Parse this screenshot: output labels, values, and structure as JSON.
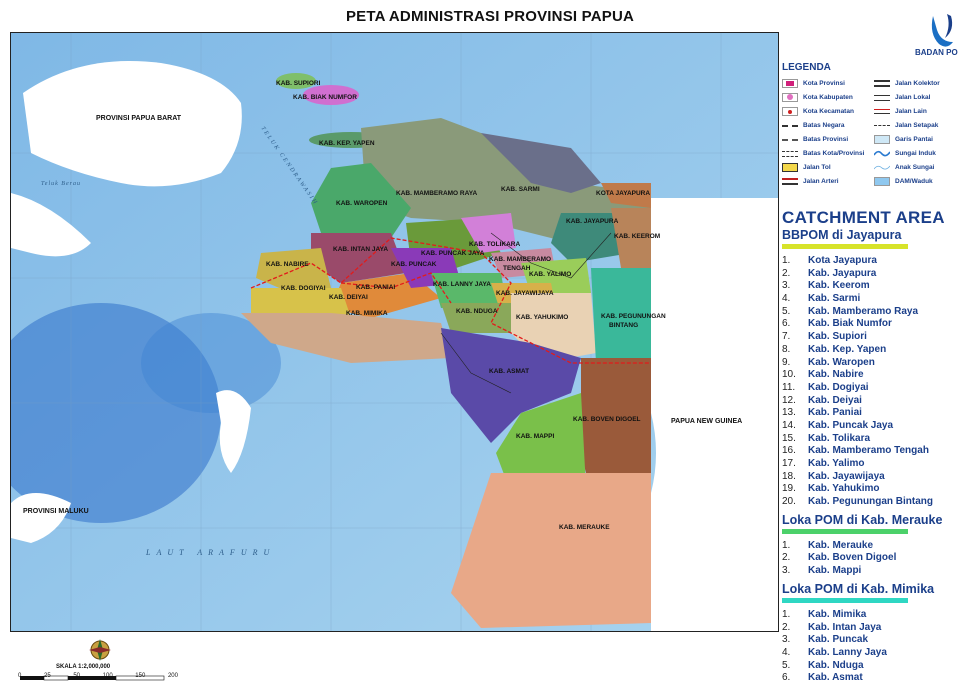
{
  "title": "PETA ADMINISTRASI PROVINSI PAPUA",
  "logo_text": "BADAN PO",
  "colors": {
    "accent": "#1b3f8a",
    "jayapura_bar": "#d7e32a",
    "merauke_bar": "#4cd16a",
    "mimika_bar": "#2fd7c3"
  },
  "map": {
    "labels": {
      "supiori": "KAB. SUPIORI",
      "biak": "KAB. BIAK NUMFOR",
      "yapen": "KAB. KEP. YAPEN",
      "mamberamo_raya": "KAB. MAMBERAMO RAYA",
      "sarmi": "KAB. SARMI",
      "kota_jayapura": "KOTA JAYAPURA",
      "waropen": "KAB. WAROPEN",
      "jayapura": "KAB. JAYAPURA",
      "keerom": "KAB. KEEROM",
      "intan_jaya": "KAB. INTAN JAYA",
      "tolikara": "KAB. TOLIKARA",
      "puncak_jaya": "KAB. PUNCAK JAYA",
      "puncak": "KAB. PUNCAK",
      "mamberamo_tengah_1": "KAB. MAMBERAMO",
      "mamberamo_tengah_2": "TENGAH",
      "nabire": "KAB. NABIRE",
      "yalimo": "KAB. YALIMO",
      "dogiyai": "KAB. DOGIYAI",
      "paniai": "KAB. PANIAI",
      "lanny_jaya": "KAB. LANNY JAYA",
      "jayawijaya": "KAB. JAYAWIJAYA",
      "deiyai": "KAB. DEIYAI",
      "mimika": "KAB. MIMIKA",
      "nduga": "KAB. NDUGA",
      "yahukimo": "KAB. YAHUKIMO",
      "pegunungan_1": "KAB. PEGUNUNGAN",
      "pegunungan_2": "BINTANG",
      "asmat": "KAB. ASMAT",
      "boven_digoel": "KAB. BOVEN DIGOEL",
      "mappi": "KAB. MAPPI",
      "merauke": "KAB. MERAUKE",
      "papua_barat": "PROVINSI PAPUA BARAT",
      "png": "PAPUA NEW GUINEA",
      "maluku": "PROVINSI MALUKU",
      "laut_arafuru": "LAUT ARAFURU",
      "teluk_bintuni": "Teluk Berau",
      "teluk_cendrawasih": "TELUK CENDRAWASIH"
    },
    "scale_label": "SKALA 1:2,000,000",
    "scale_ticks": [
      "0",
      "25",
      "50",
      "100",
      "150",
      "200"
    ]
  },
  "legend": {
    "title": "LEGENDA",
    "items": [
      {
        "label": "Kota Provinsi",
        "icon": "pink-square-icon"
      },
      {
        "label": "Jalan Kolektor",
        "icon": "line-icon"
      },
      {
        "label": "Kota Kabupaten",
        "icon": "pink-circle-icon"
      },
      {
        "label": "Jalan Lokal",
        "icon": "line-icon"
      },
      {
        "label": "Kota Kecamatan",
        "icon": "red-dot-icon"
      },
      {
        "label": "Jalan Lain",
        "icon": "line-icon"
      },
      {
        "label": "Batas Negara",
        "icon": "dash-line-icon"
      },
      {
        "label": "Jalan Setapak",
        "icon": "line-icon"
      },
      {
        "label": "Batas Provinsi",
        "icon": "dash-line-icon"
      },
      {
        "label": "Garis Pantai",
        "icon": "coast-icon"
      },
      {
        "label": "Batas Kota/Provinsi",
        "icon": "dash-line-icon"
      },
      {
        "label": "Sungai Induk",
        "icon": "river-icon"
      },
      {
        "label": "Jalan Tol",
        "icon": "road-icon"
      },
      {
        "label": "Anak Sungai",
        "icon": "river-icon"
      },
      {
        "label": "Jalan Arteri",
        "icon": "road-icon"
      },
      {
        "label": "DAM/Waduk",
        "icon": "dam-icon"
      }
    ]
  },
  "catchment": {
    "title": "CATCHMENT AREA",
    "sections": [
      {
        "title": "BBPOM di Jayapura",
        "items": [
          "Kota Jayapura",
          "Kab. Jayapura",
          "Kab. Keerom",
          "Kab. Sarmi",
          "Kab. Mamberamo Raya",
          "Kab. Biak Numfor",
          "Kab. Supiori",
          "Kab. Kep. Yapen",
          "Kab. Waropen",
          "Kab. Nabire",
          "Kab. Dogiyai",
          "Kab. Deiyai",
          "Kab. Paniai",
          "Kab. Puncak Jaya",
          "Kab. Tolikara",
          "Kab. Mamberamo Tengah",
          "Kab. Yalimo",
          "Kab. Jayawijaya",
          "Kab. Yahukimo",
          "Kab. Pegunungan Bintang"
        ]
      },
      {
        "title": "Loka POM di Kab. Merauke",
        "items": [
          "Kab. Merauke",
          "Kab. Boven Digoel",
          "Kab. Mappi"
        ]
      },
      {
        "title": "Loka POM di Kab. Mimika",
        "items": [
          "Kab. Mimika",
          "Kab. Intan Jaya",
          "Kab. Puncak",
          "Kab. Lanny Jaya",
          "Kab. Nduga",
          "Kab. Asmat"
        ]
      }
    ]
  }
}
